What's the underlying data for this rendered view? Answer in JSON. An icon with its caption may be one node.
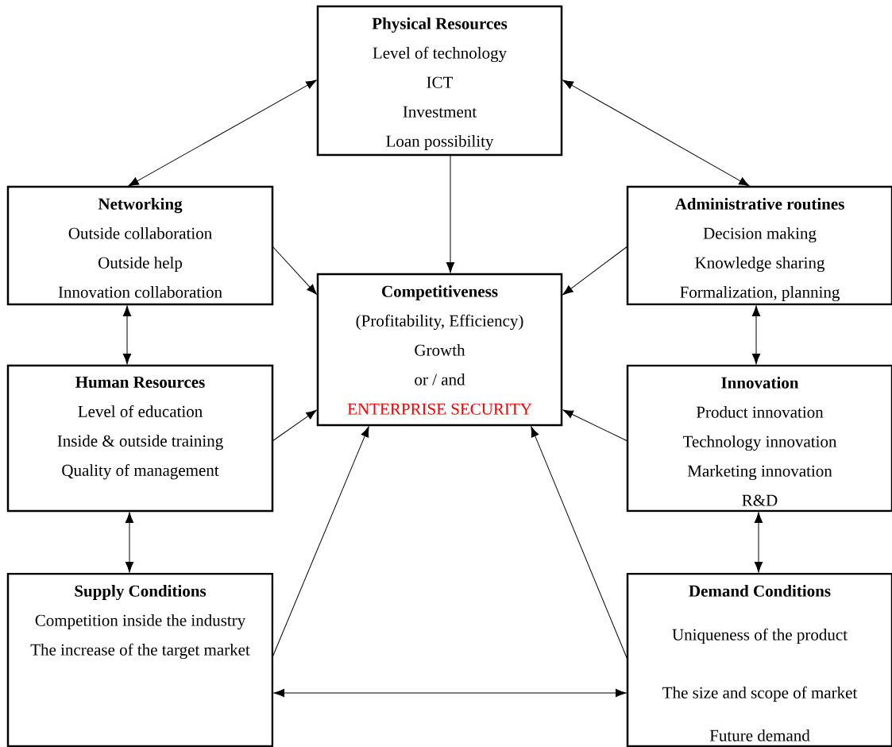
{
  "diagram": {
    "nodes": [
      {
        "text": [
          "Physical Resources",
          "Level of technology",
          "ICT",
          "Investment",
          "Loan possibility"
        ]
      },
      {
        "text": [
          "Networking",
          "Outside collaboration",
          "Outside help",
          "Innovation collaboration"
        ]
      },
      {
        "text": [
          "Administrative routines",
          "Decision making",
          "Knowledge sharing",
          "Formalization, planning"
        ]
      },
      {
        "text": [
          "Competitiveness",
          "(Profitability, Efficiency)",
          "Growth",
          "or / and",
          "ENTERPRISE SECURITY"
        ]
      },
      {
        "text": [
          "Human Resources",
          "Level of education",
          "Inside & outside training",
          "Quality of management"
        ]
      },
      {
        "text": [
          "Innovation",
          "Product innovation",
          "Technology innovation",
          "Marketing innovation",
          "R&D"
        ]
      },
      {
        "text": [
          "Supply Conditions",
          "Competition inside the industry",
          "The increase of the target market"
        ]
      },
      {
        "text": [
          "Demand Conditions",
          "Uniqueness of the product",
          "The size and scope of market",
          "Future demand"
        ]
      }
    ],
    "edges": [
      {
        "from": 0,
        "to": 1,
        "arrow": "both"
      },
      {
        "from": 0,
        "to": 2,
        "arrow": "both"
      },
      {
        "from": 0,
        "to": 3,
        "arrow": "to"
      },
      {
        "from": 1,
        "to": 3,
        "arrow": "to"
      },
      {
        "from": 2,
        "to": 3,
        "arrow": "to"
      },
      {
        "from": 1,
        "to": 4,
        "arrow": "both"
      },
      {
        "from": 2,
        "to": 5,
        "arrow": "both"
      },
      {
        "from": 4,
        "to": 3,
        "arrow": "to"
      },
      {
        "from": 5,
        "to": 3,
        "arrow": "to"
      },
      {
        "from": 4,
        "to": 6,
        "arrow": "both"
      },
      {
        "from": 5,
        "to": 7,
        "arrow": "both"
      },
      {
        "from": 6,
        "to": 3,
        "arrow": "to"
      },
      {
        "from": 7,
        "to": 3,
        "arrow": "to"
      },
      {
        "from": 6,
        "to": 7,
        "arrow": "both"
      }
    ]
  }
}
